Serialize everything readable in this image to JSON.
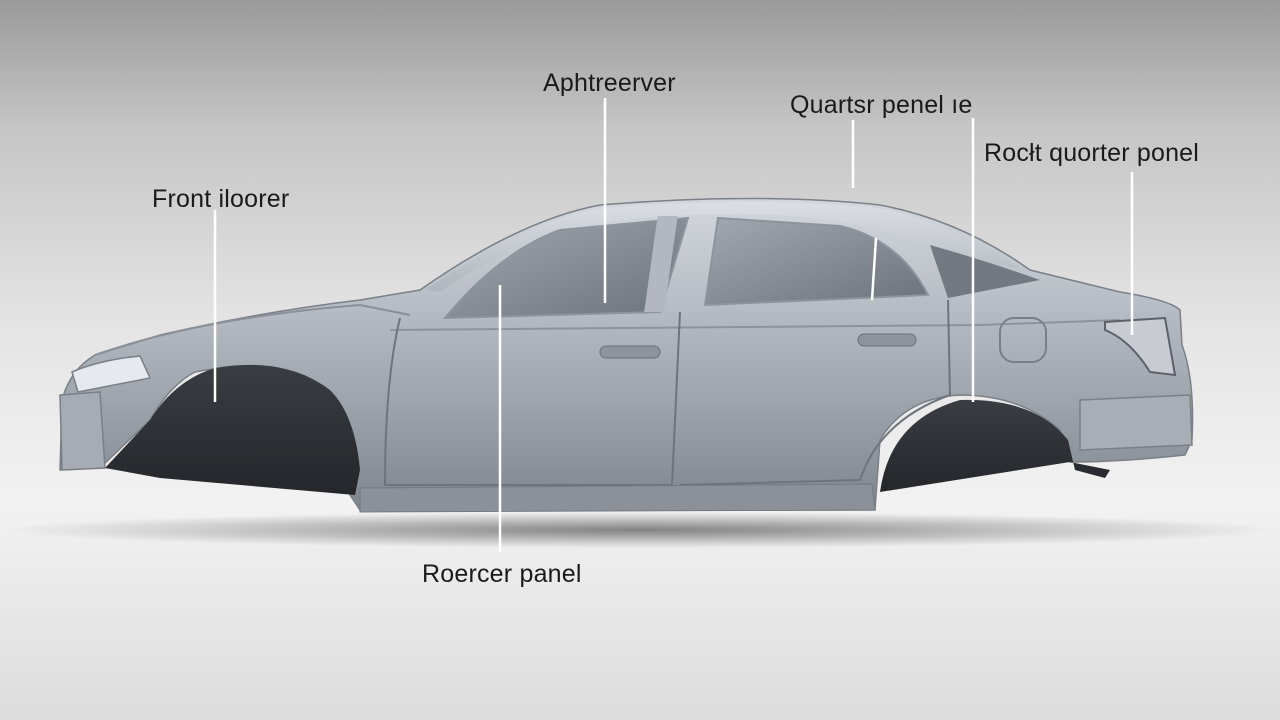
{
  "callouts": {
    "front": "Front iloorer",
    "top": "Aphtreerver",
    "quarter": "Quartsr penel ıe",
    "rock": "Rocłt quorter ponel",
    "rocker": "Roercer panel"
  },
  "colors": {
    "body_light": "#c9ced5",
    "body_mid": "#a5abb3",
    "body_dark": "#7d838b",
    "glass": "#5f6670",
    "leader": "#ffffff",
    "text": "#1a1a1a"
  }
}
